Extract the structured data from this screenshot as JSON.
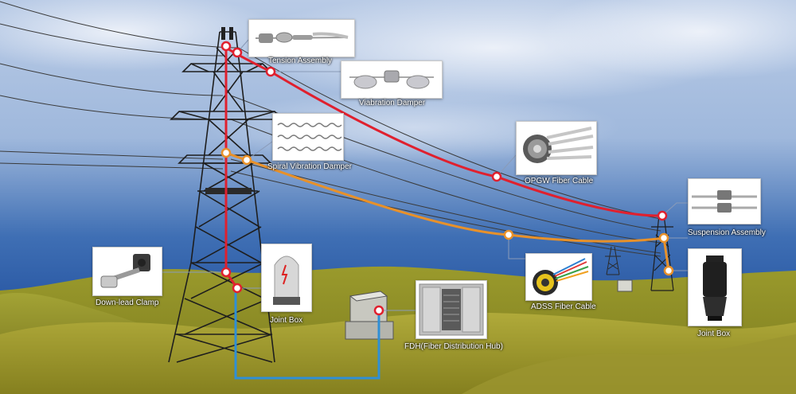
{
  "components": {
    "tension_assembly": "Tension Assembly",
    "vibration_damper": "Viabration Damper",
    "spiral_vibration_damper": "Spiral Vibration Damper",
    "opgw_fiber_cable": "OPGW Fiber Cable",
    "suspension_assembly": "Suspension Assembly",
    "down_lead_clamp": "Down-lead Clamp",
    "joint_box_left": "Joint Box",
    "fdh": "FDH(Fiber Distribution Hub)",
    "adss_fiber_cable": "ADSS Fiber Cable",
    "joint_box_right": "Joint Box"
  },
  "colors": {
    "opgw_line": "#e0202e",
    "adss_line": "#e8912a",
    "underground_line": "#2f8fd6",
    "hill": "#8a8a22",
    "sky_top": "#c9d9ee",
    "sky_bottom": "#2a5ea8"
  }
}
